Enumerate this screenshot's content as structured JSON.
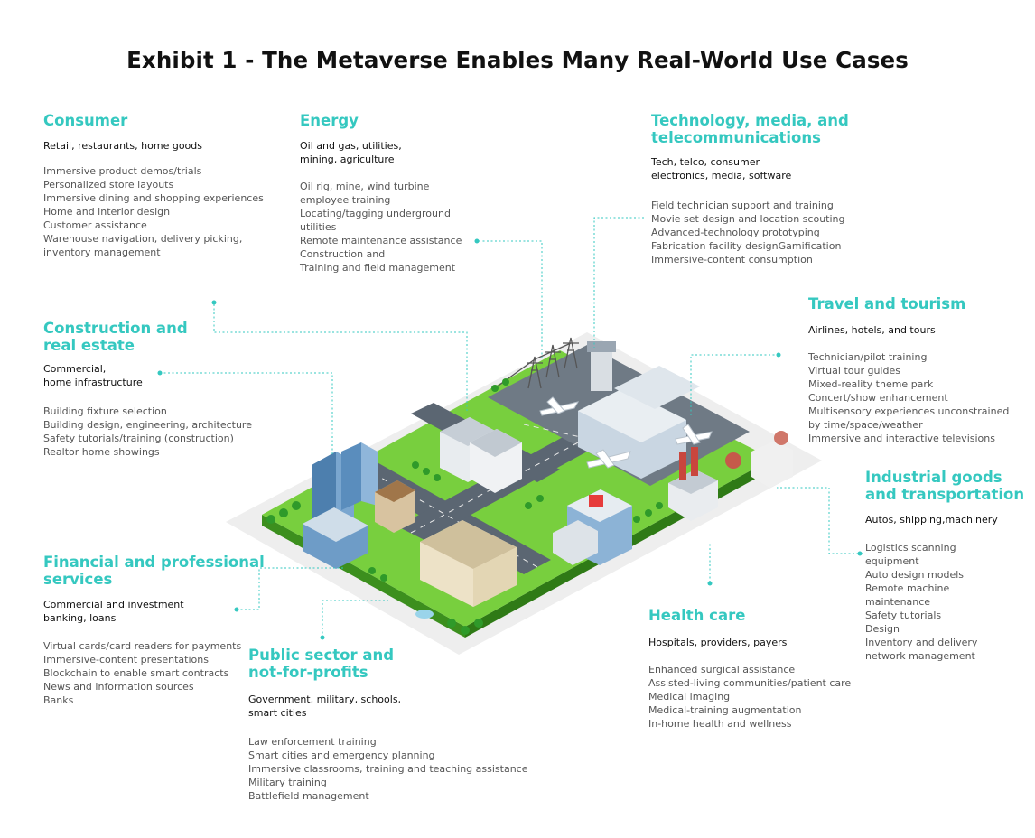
{
  "title": "Exhibit 1 - The Metaverse Enables Many Real-World Use Cases",
  "accent_color": "#35c8c0",
  "sectors": {
    "consumer": {
      "name": "Consumer",
      "subtitle": "Retail, restaurants, home goods",
      "items": [
        "Immersive product demos/trials",
        "Personalized store layouts",
        "Immersive dining and shopping experiences",
        "Home and interior design",
        "Customer assistance",
        "Warehouse navigation, delivery picking,",
        "inventory management"
      ]
    },
    "energy": {
      "name": "Energy",
      "subtitle": [
        "Oil and gas, utilities,",
        "mining, agriculture"
      ],
      "items": [
        "Oil rig, mine, wind turbine",
        "employee training",
        "Locating/tagging underground",
        "utilities",
        "Remote maintenance assistance",
        "Construction and",
        "Training and field management"
      ]
    },
    "tmt": {
      "name": [
        "Technology, media, and",
        "telecommunications"
      ],
      "subtitle": [
        "Tech, telco, consumer",
        "electronics, media, software"
      ],
      "items": [
        "Field technician support and training",
        "Movie set design and location scouting",
        "Advanced-technology prototyping",
        "Fabrication facility designGamification",
        "Immersive-content consumption"
      ]
    },
    "travel": {
      "name": "Travel and tourism",
      "subtitle": "Airlines, hotels, and tours",
      "items": [
        "Technician/pilot training",
        "Virtual tour guides",
        "Mixed-reality theme park",
        "Concert/show enhancement",
        "Multisensory experiences unconstrained",
        "by time/space/weather",
        "Immersive and interactive televisions"
      ]
    },
    "construction": {
      "name": [
        "Construction and",
        "real estate"
      ],
      "subtitle": [
        "Commercial,",
        "home infrastructure"
      ],
      "items": [
        "Building fixture selection",
        "Building design, engineering, architecture",
        "Safety tutorials/training (construction)",
        "Realtor home showings"
      ]
    },
    "industrial": {
      "name": [
        "Industrial goods",
        "and transportation"
      ],
      "subtitle": "Autos, shipping,machinery",
      "items": [
        "Logistics scanning",
        "equipment",
        "Auto design models",
        "Remote machine",
        "maintenance",
        "Safety tutorials",
        "Design",
        "Inventory and delivery",
        "network management"
      ]
    },
    "financial": {
      "name": [
        "Financial and professional",
        "services"
      ],
      "subtitle": [
        "Commercial and investment",
        "banking, loans"
      ],
      "items": [
        "Virtual cards/card readers for payments",
        "Immersive-content presentations",
        "Blockchain to enable smart contracts",
        "News and information sources",
        "Banks"
      ]
    },
    "public": {
      "name": [
        "Public sector and",
        "not-for-profits"
      ],
      "subtitle": [
        "Government, military, schools,",
        "smart cities"
      ],
      "items": [
        "Law enforcement training",
        "Smart cities and emergency planning",
        "Immersive classrooms, training and teaching assistance",
        "Military training",
        "Battlefield management"
      ]
    },
    "health": {
      "name": "Health care",
      "subtitle": "Hospitals, providers, payers",
      "items": [
        "Enhanced surgical assistance",
        "Assisted-living communities/patient care",
        "Medical imaging",
        "Medical-training augmentation",
        "In-home health and wellness"
      ]
    }
  }
}
